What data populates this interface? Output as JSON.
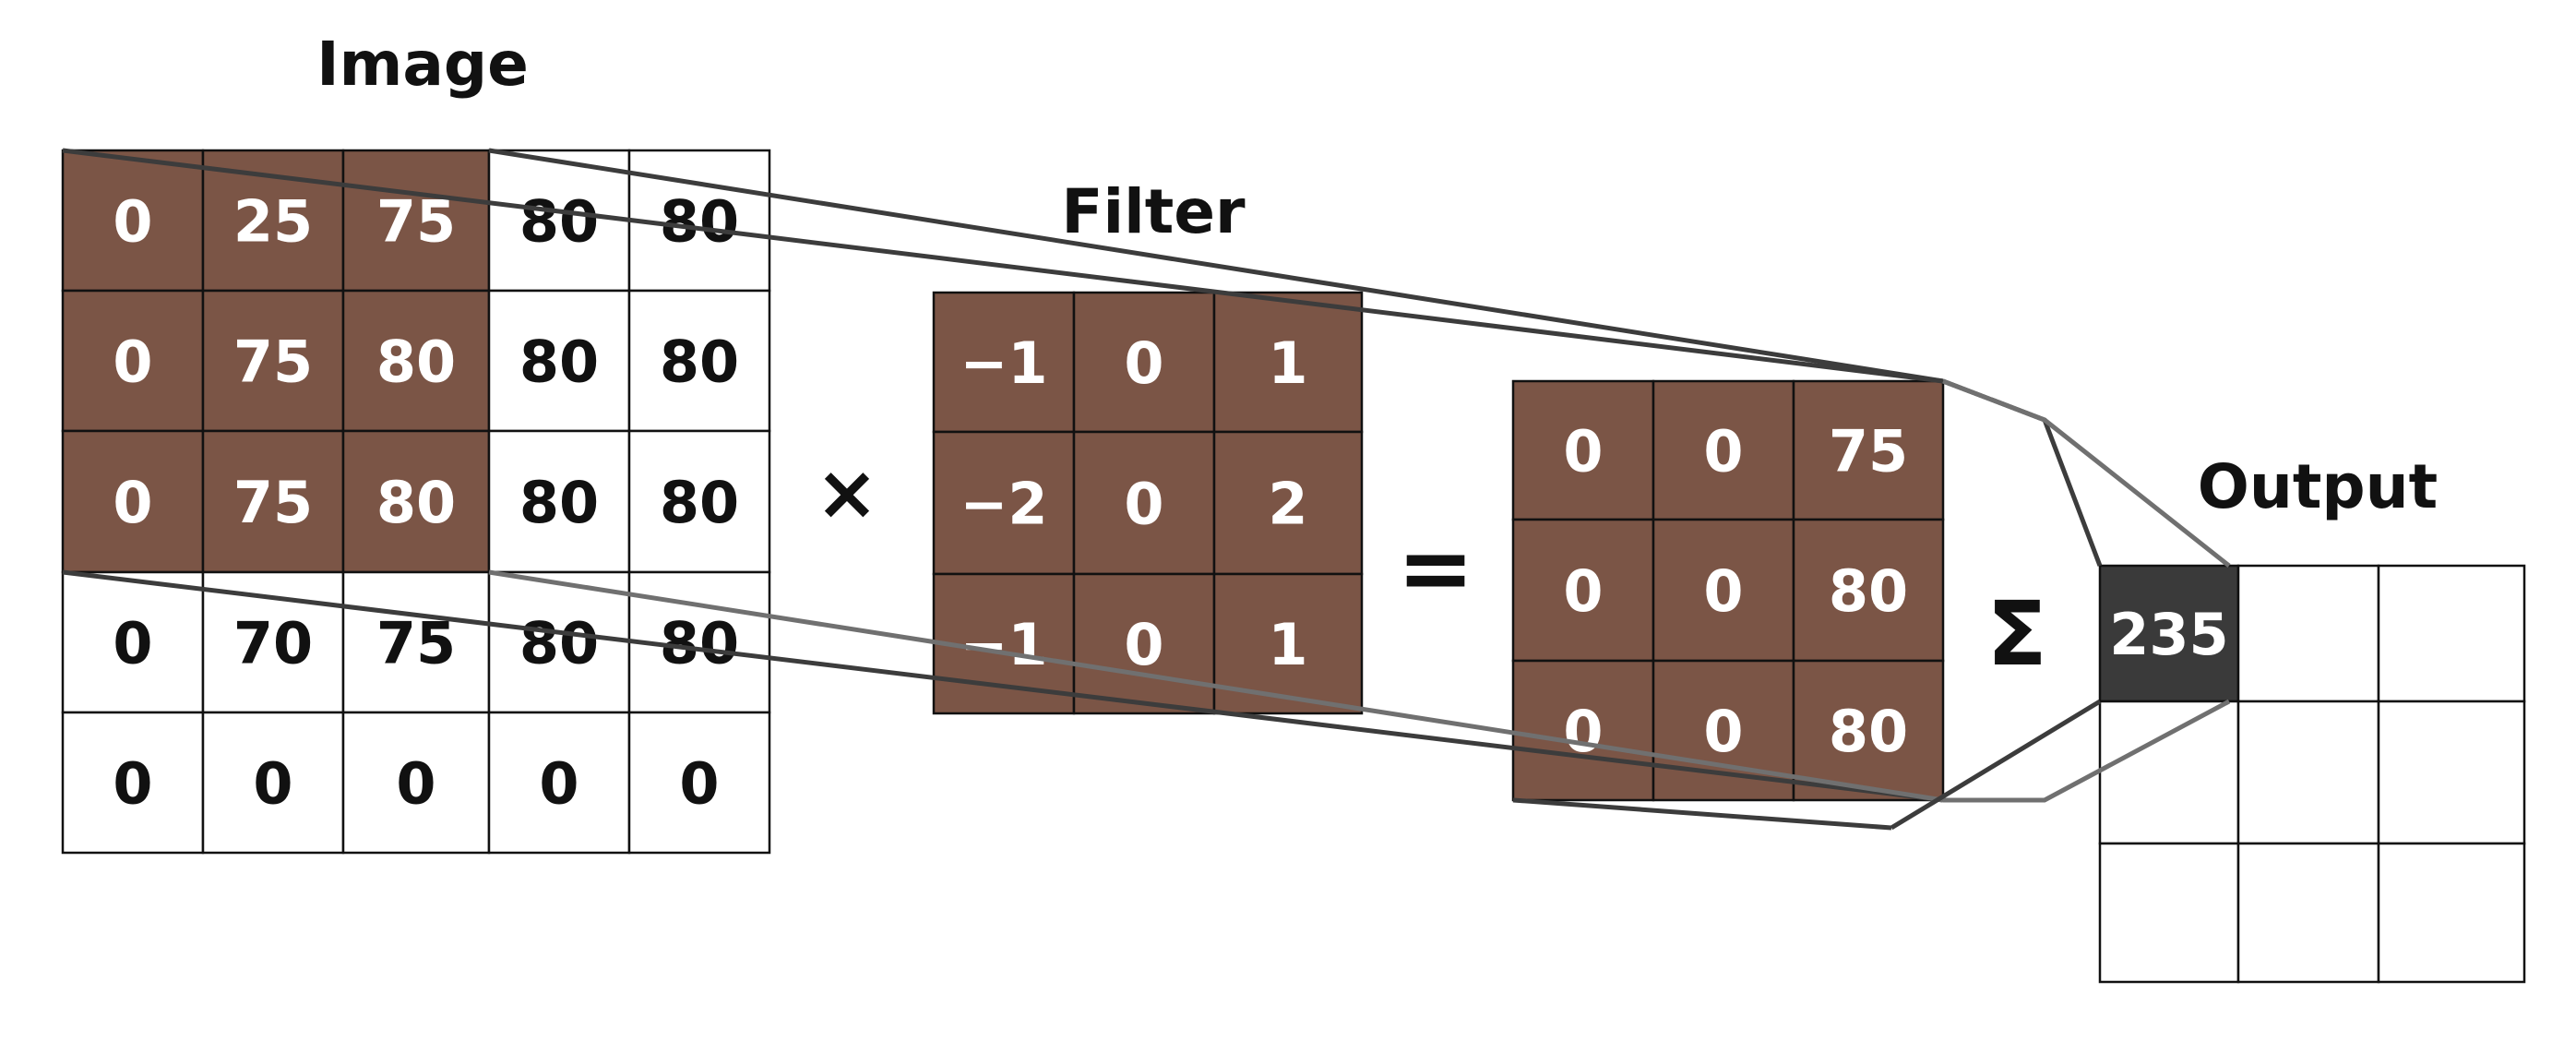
{
  "labels": {
    "image": "Image",
    "filter": "Filter",
    "output": "Output",
    "multiply": "×",
    "equals": "=",
    "sum": "Σ"
  },
  "colors": {
    "highlight": "#7b5546",
    "output_fill": "#3a3a3a",
    "grid_line": "#111111",
    "text_dark": "#111111",
    "text_light": "#ffffff",
    "connector_dark": "#3c3c3c",
    "connector_light": "#707070"
  },
  "image_matrix": [
    [
      "0",
      "25",
      "75",
      "80",
      "80"
    ],
    [
      "0",
      "75",
      "80",
      "80",
      "80"
    ],
    [
      "0",
      "75",
      "80",
      "80",
      "80"
    ],
    [
      "0",
      "70",
      "75",
      "80",
      "80"
    ],
    [
      "0",
      "0",
      "0",
      "0",
      "0"
    ]
  ],
  "image_highlight_rows": 3,
  "image_highlight_cols": 3,
  "filter_matrix": [
    [
      "−1",
      "0",
      "1"
    ],
    [
      "−2",
      "0",
      "2"
    ],
    [
      "−1",
      "0",
      "1"
    ]
  ],
  "product_matrix": [
    [
      "0",
      "0",
      "75"
    ],
    [
      "0",
      "0",
      "80"
    ],
    [
      "0",
      "0",
      "80"
    ]
  ],
  "output_matrix": [
    [
      "235",
      "",
      ""
    ],
    [
      "",
      "",
      ""
    ],
    [
      "",
      "",
      ""
    ]
  ]
}
